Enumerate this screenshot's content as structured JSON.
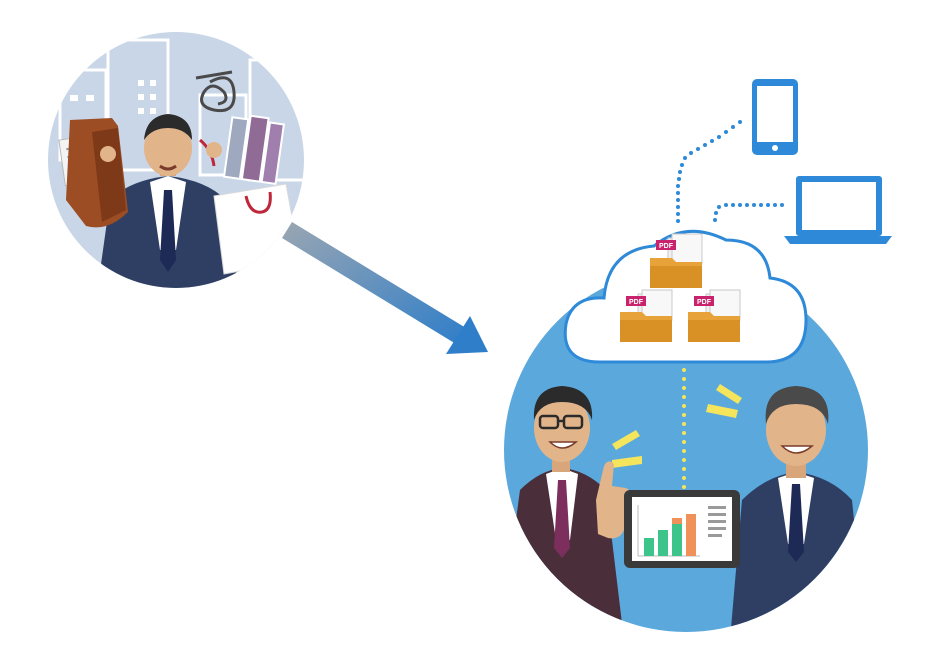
{
  "illustration": {
    "pdf_label": "PDF",
    "colors": {
      "sky_left": "#c9d6e8",
      "scene_right": "#5ba8dc",
      "device_blue": "#2e8ad8",
      "folder_orange": "#e8a23a",
      "pdf_badge": "#c8236c",
      "arrow_blue": "#2f7ec9",
      "suit_navy": "#2e3f63",
      "suit_plum": "#4a2e3a",
      "bar_green": "#3cc48a",
      "bar_orange": "#f0915a"
    },
    "icons": [
      "stressed-businessman",
      "arrow",
      "smartphone-icon",
      "laptop-icon",
      "cloud-icon",
      "pdf-folder-icon",
      "tablet-chart",
      "happy-businessmen"
    ],
    "pdf_folders": [
      "folder-top",
      "folder-left",
      "folder-right"
    ]
  }
}
